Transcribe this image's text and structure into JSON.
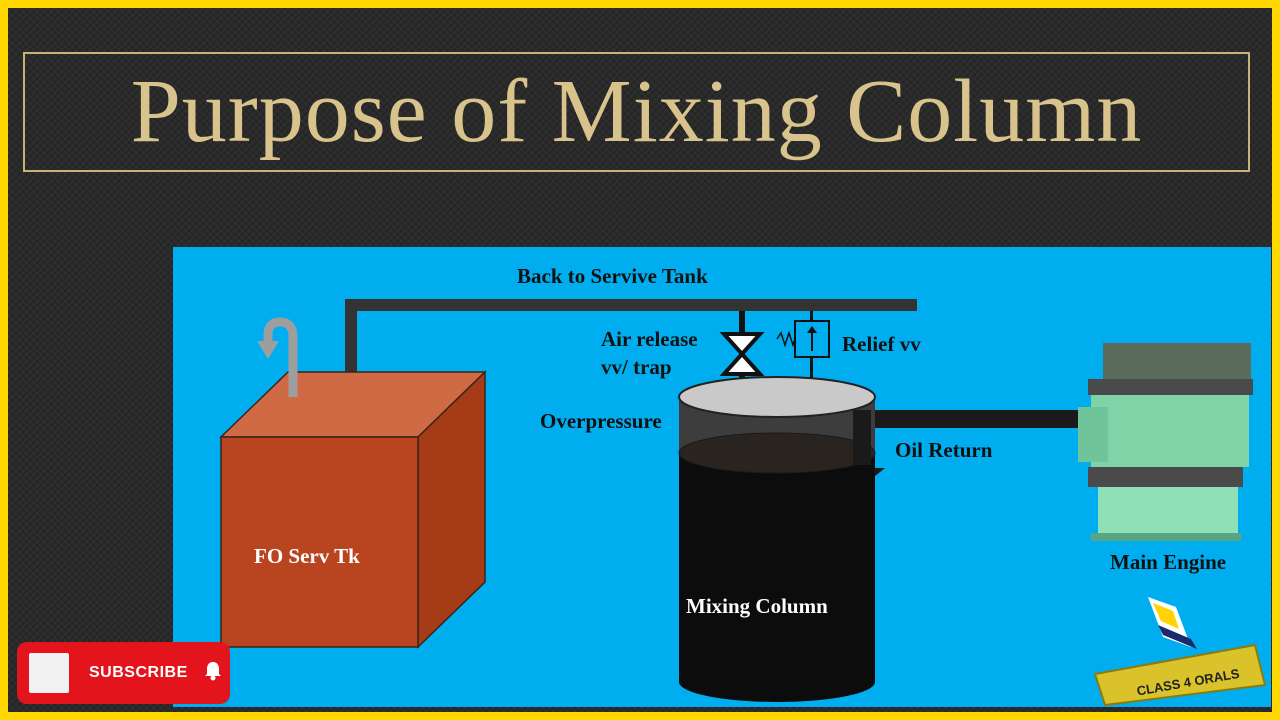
{
  "title": "Purpose of Mixing Column",
  "labels": {
    "back_to_tank": "Back to Servive Tank",
    "air_release_1": "Air release",
    "air_release_2": "vv/  trap",
    "relief": "Relief vv",
    "overpressure": "Overpressure",
    "oil_return": "Oil Return",
    "fo_tank": "FO Serv Tk",
    "mixing_column": "Mixing Column",
    "main_engine": "Main Engine"
  },
  "logo": {
    "badge_text": "CLASS 4 ORALS"
  },
  "subscribe": {
    "label": "SUBSCRIBE",
    "icon": "bell-icon"
  },
  "colors": {
    "border": "#ffd800",
    "background": "#2a2a2a",
    "title_text": "#d8c38c",
    "panel": "#00adef",
    "tank_front": "#b8451f",
    "tank_top": "#cf6a45",
    "column_body": "#0c0c0c",
    "pipe": "#333333",
    "subscribe_red": "#e3141b"
  }
}
